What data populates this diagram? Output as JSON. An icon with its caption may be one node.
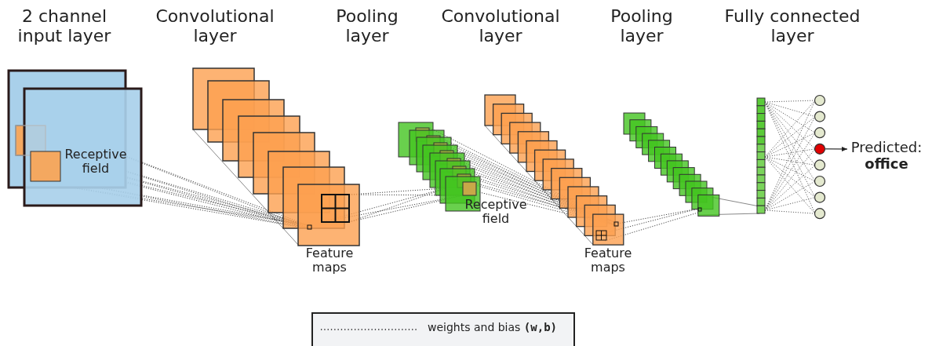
{
  "diagram": {
    "nodes": [
      {
        "text": [],
        "shape": "circle"
      },
      {
        "text": [],
        "shape": "circle"
      },
      {
        "text": [],
        "shape": "circle"
      },
      {
        "text": [],
        "shape": "circle"
      },
      {
        "text": [],
        "shape": "circle"
      },
      {
        "text": [],
        "shape": "circle"
      },
      {
        "text": [],
        "shape": "circle"
      },
      {
        "text": [],
        "shape": "circle"
      },
      {
        "text": [
          "Predicted:",
          "office"
        ]
      }
    ],
    "edges": [
      {
        "from": 3,
        "to": 8,
        "arrow": "to"
      }
    ],
    "labels": [
      "2 channel input layer",
      "Convolutional layer",
      "Pooling layer",
      "Convolutional layer",
      "Pooling layer",
      "Fully connected layer",
      "Receptive field",
      "Receptive field",
      "Feature maps",
      "Feature maps"
    ],
    "legend": [
      {
        "text": "weights and bias **(w,b)**"
      }
    ]
  }
}
